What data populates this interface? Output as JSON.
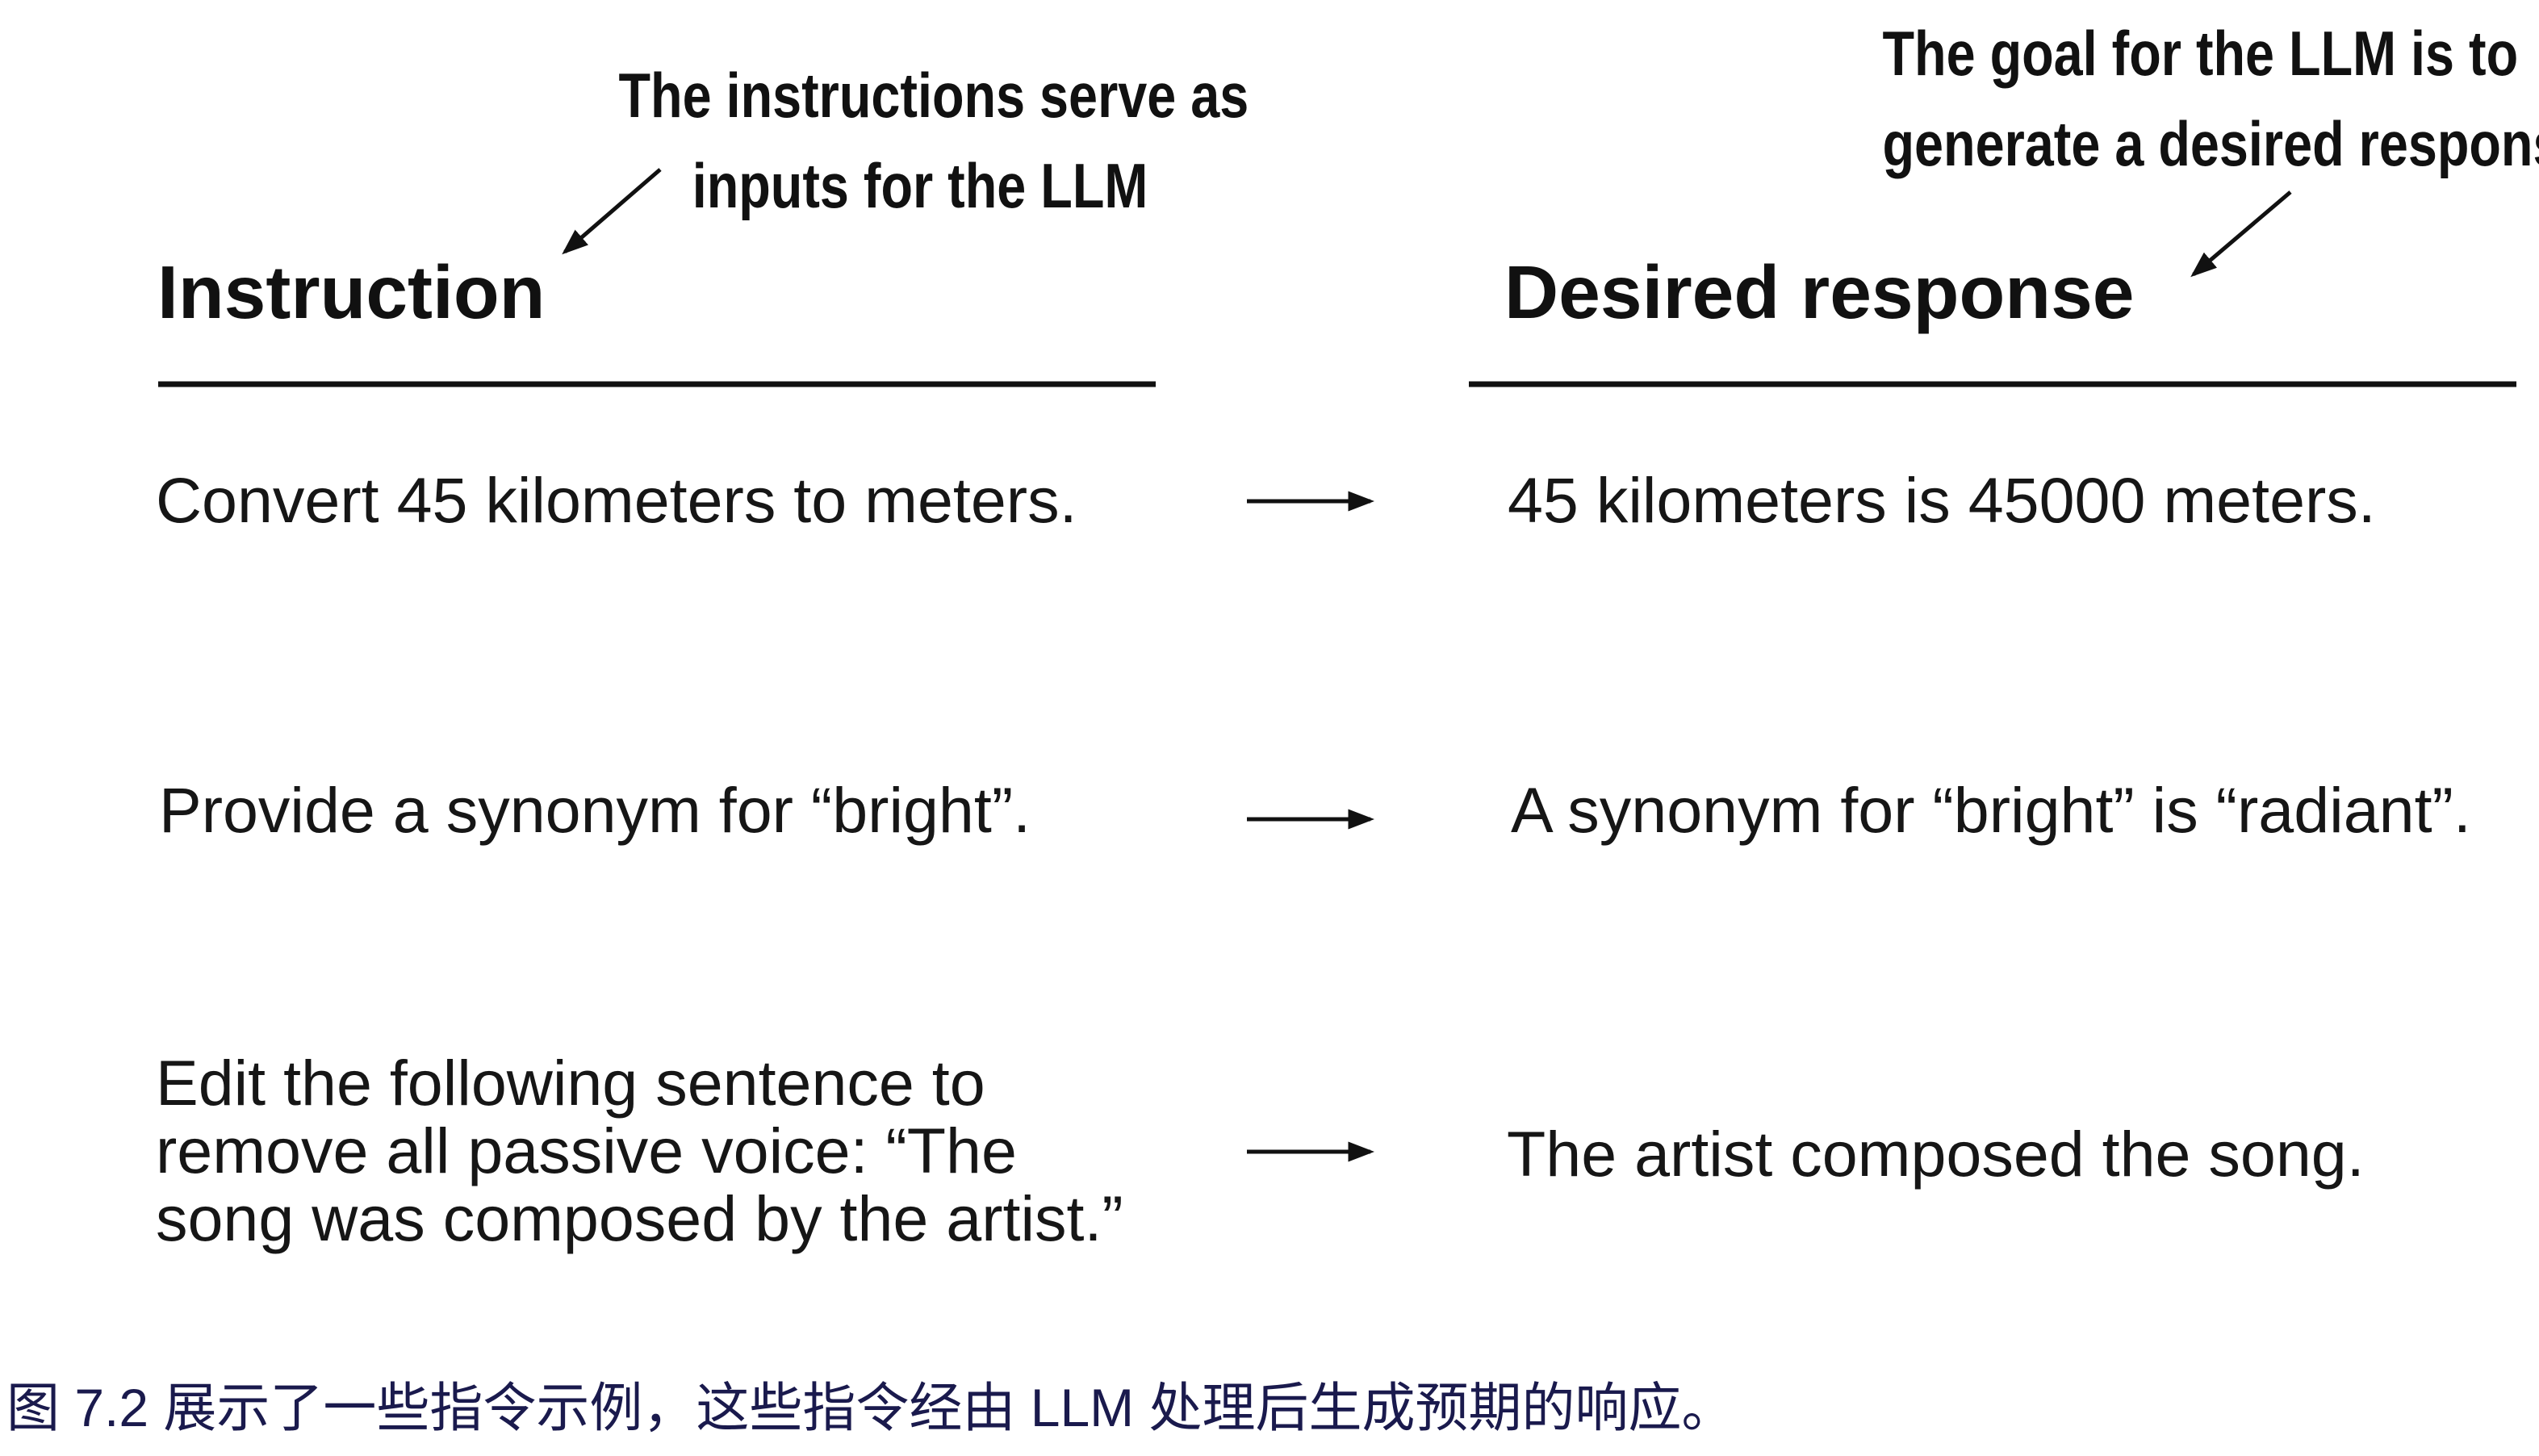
{
  "figure": {
    "annotations": {
      "left": {
        "lines": [
          "The instructions serve as",
          "inputs for the LLM"
        ]
      },
      "right": {
        "lines": [
          "The goal for the LLM is to",
          "generate a desired response"
        ]
      }
    },
    "columns": {
      "instruction_header": "Instruction",
      "response_header": "Desired response"
    },
    "rows": [
      {
        "instruction": "Convert 45 kilometers to meters.",
        "response": "45 kilometers is 45000 meters."
      },
      {
        "instruction": "Provide a synonym for “bright”.",
        "response": "A synonym for “bright” is “radiant”."
      },
      {
        "instruction_lines": [
          "Edit the following sentence to",
          "remove all passive voice: “The",
          "song was composed by the artist.”"
        ],
        "response": "The artist composed the song."
      }
    ]
  },
  "caption": {
    "text": "图 7.2 展示了一些指令示例，这些指令经由 LLM 处理后生成预期的响应。"
  },
  "colors": {
    "background": "#ffffff",
    "diagram_text": "#161616",
    "caption_text": "#1a1a4d",
    "arrow": "#111111"
  }
}
